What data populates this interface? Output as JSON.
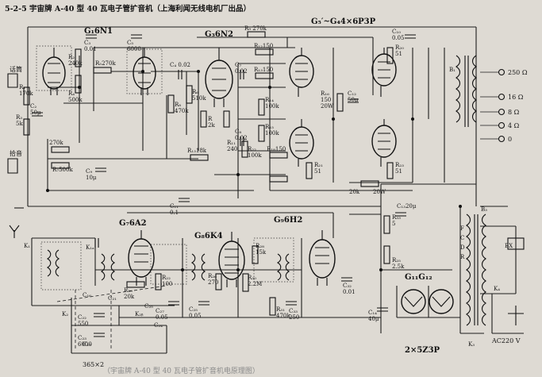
{
  "title": "5-2-5 宇宙牌 A-40 型 40 瓦电子管扩音机（上海利闻无线电机厂出品）",
  "caption": "（宇宙牌 A-40 型 40 瓦电子管扩音机电原理图）",
  "tubes": {
    "g1": "G₁6N1",
    "g3": "G₃6N2",
    "g47": "G₅′~G₄4×6P3P",
    "g6a2": "G₇6A2",
    "g6k4": "G₈6K4",
    "g6h2": "G₉6H2",
    "rect": "G₁₁G₁₂",
    "rect2": "2×5Z3P"
  },
  "inputs": {
    "mic": "话筒",
    "pickup": "拾音"
  },
  "outputs": {
    "o250": "250 Ω",
    "o16": "16 Ω",
    "o8": "8 Ω",
    "o4": "4 Ω",
    "o0": "0"
  },
  "power": {
    "mains": "AC220 V",
    "fuse": "BX",
    "switch": "K₃",
    "switch2": "K₄",
    "bs": "B₃",
    "b1": "B₁",
    "taps": [
      "F",
      "C",
      "D",
      "R"
    ]
  },
  "tuner": {
    "gang": "365×2",
    "k1": "K₁",
    "k2": "K₂",
    "k1b": "K₁ₐ",
    "k2b": "K₂ᵦ"
  },
  "components": {
    "c3": "C₃\n0.01",
    "r270k_a": "R₅270k",
    "c5": "C₅\n6000",
    "r_g1": "R₂\n240k",
    "r_g1b": "R₄\n500k",
    "c4": "C₄ 0.02",
    "r470": "R₈\n470k",
    "r510": "R₆\n510k",
    "r2k": "R\n2k",
    "r270k_b": "R₉ 270k",
    "c7": "C₇\n0.02",
    "c8": "C₈\n0.02",
    "r150a": "R₁₂150",
    "r150b": "R₁₃150",
    "r100k_a": "R₁₄\n100k",
    "r100k_b": "R₁₅\n100k",
    "r240": "R₁₁\n240",
    "r18k": "R₁₃18k",
    "r100k_c": "R₂₂\n100k",
    "r150c": "R₁₈150",
    "r51a": "R₂₁\n51",
    "r51b": "R₂₃\n51",
    "r51c": "R₂₀\n51",
    "c10": "C₁₀\n0.05",
    "r150_20w": "R₁₆\n150\n20W",
    "c50": "C₁₂\n50μ",
    "r20k": "20k",
    "r20w": "20W",
    "c10u": "C₉\n10μ",
    "c01": "C₁₁\n0.1",
    "r270k_c": "270k",
    "r500k": "R₇500k",
    "r170": "R₁\n170k",
    "c50b": "C₂\n50μ",
    "r5k": "R₃\n5k",
    "c20": "C₁₃20μ",
    "r25k": "R₂₅\n2.5k",
    "c40": "C₁₄\n40μ",
    "r20k_b": "R₂₀\n20k",
    "r100": "R₂₂\n100",
    "r270": "R₂₆\n270",
    "c005": "C₂₅\n0.05",
    "c005b": "C₂₇\n0.05",
    "r22m": "R₃₀\n2.2M",
    "r15k": "R₂₈\n15k",
    "r470k_b": "R₃₁\n470k",
    "c250": "C₃₃\n250",
    "c001": "C₃₂\n0.01",
    "c550": "C₂₂\n550",
    "c6000": "C₂₃\n6000",
    "c16": "C₁₆",
    "c21": "C₂₁",
    "c25": "C₂₅",
    "c24": "C₂₄",
    "c19": "C₁₉",
    "r5": "R₃₃\n5"
  }
}
